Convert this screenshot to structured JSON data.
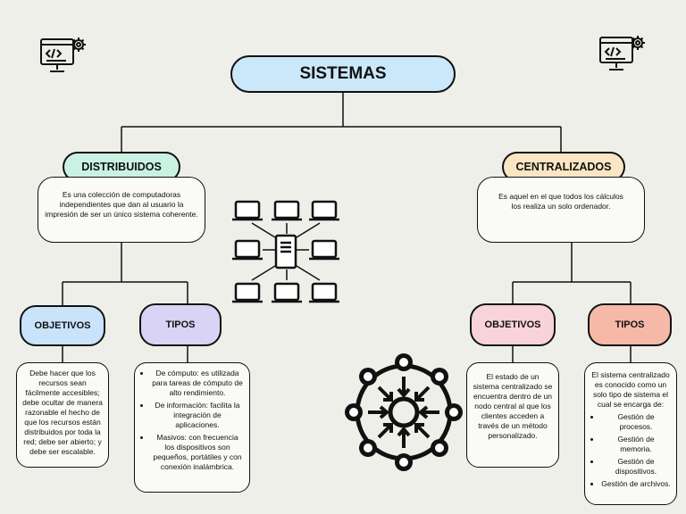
{
  "title": "SISTEMAS",
  "distribuidos": {
    "label": "DISTRIBUIDOS",
    "description": "Es una colección de computadoras independientes que dan al usuario la impresión de ser un único sistema coherente.",
    "objetivos_label": "OBJETIVOS",
    "objetivos_text": "Debe hacer  que los recursos sean fácilmente accesibles; debe ocultar de manera razonable el hecho de que los recursos están distribuidos por toda la red; debe ser abierto; y debe ser escalable.",
    "tipos_label": "TIPOS",
    "tipos_items": [
      "De cómputo: es utilizada para tareas de cómputo de alto rendimiento.",
      "De información: facilita la integración de aplicaciones.",
      "Masivos: con frecuencia los dispositivos son pequeños, portátiles y con conexión inalámbrica."
    ]
  },
  "centralizados": {
    "label": "CENTRALIZADOS",
    "description": "Es aquel en el que todos los cálculos los realiza un solo ordenador.",
    "objetivos_label": "OBJETIVOS",
    "objetivos_text": "El estado de un sistema centralizado se encuentra dentro de un nodo central al que los clientes acceden a través de un método personalizado.",
    "tipos_label": "TIPOS",
    "tipos_intro": "El sistema centralizado es conocido como un solo tipo de sistema el cual se encarga de:",
    "tipos_items": [
      "Gestión de procesos.",
      "Gestión de memoria.",
      "Gestión de dispositivos.",
      "Gestión de archivos."
    ]
  },
  "colors": {
    "title_fill": "#cbe8fb",
    "distribuidos_fill": "#c9f2e3",
    "centralizados_fill": "#fbe6c3",
    "dist_objetivos_fill": "#c9e3fb",
    "dist_tipos_fill": "#d9d3f5",
    "cent_objetivos_fill": "#f8d3d9",
    "cent_tipos_fill": "#f6b9a8"
  },
  "icons": [
    "coding-computer-gear-icon",
    "coding-computer-gear-icon",
    "distributed-network-icon",
    "centralized-hub-icon"
  ]
}
